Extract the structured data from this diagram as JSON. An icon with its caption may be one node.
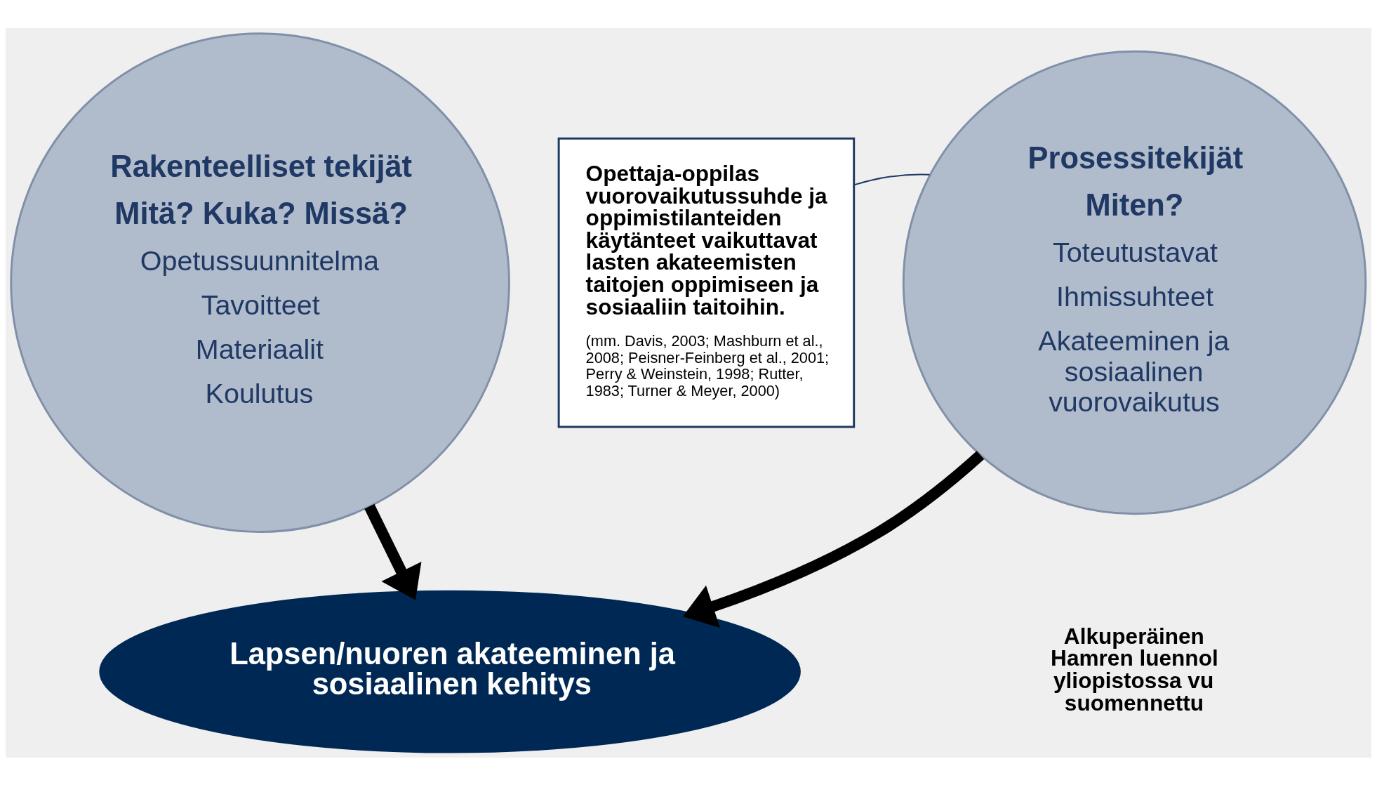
{
  "diagram": {
    "nodes": [
      {
        "text": [
          "Rakenteelliset tekijät",
          "Mitä? Kuka? Missä?",
          "Opetussuunnitelma",
          "Tavoitteet",
          "Materiaalit",
          "Koulutus"
        ]
      },
      {
        "text": [
          "Opettaja-oppilas vuorovaikutussuhde ja oppimistilanteiden käytänteet vaikuttavat lasten akateemisten taitojen oppimiseen ja sosiaaliin taitoihin.",
          "(mm. Davis, 2003; Mashburn et al., 2008; Peisner-Feinberg et al., 2001; Perry & Weinstein, 1998; Rutter, 1983; Turner & Meyer, 2000)"
        ]
      },
      {
        "text": [
          "Prosessitekijät",
          "Miten?",
          "Toteutustavat",
          "Ihmissuhteet",
          "Akateeminen ja sosiaalinen vuorovaikutus"
        ]
      },
      {
        "text": [
          "Lapsen/nuoren akateeminen ja sosiaalinen kehitys"
        ]
      }
    ],
    "edges": [
      {
        "from": 1,
        "to": 2,
        "arrow": "none",
        "color": "#1f3864"
      },
      {
        "from": 0,
        "to": 3,
        "arrow": "to"
      },
      {
        "from": 2,
        "to": 3,
        "arrow": "to"
      }
    ],
    "labels": [
      "Alkuperäinen Hamren luennol yliopistossa vu suomennettu"
    ]
  }
}
